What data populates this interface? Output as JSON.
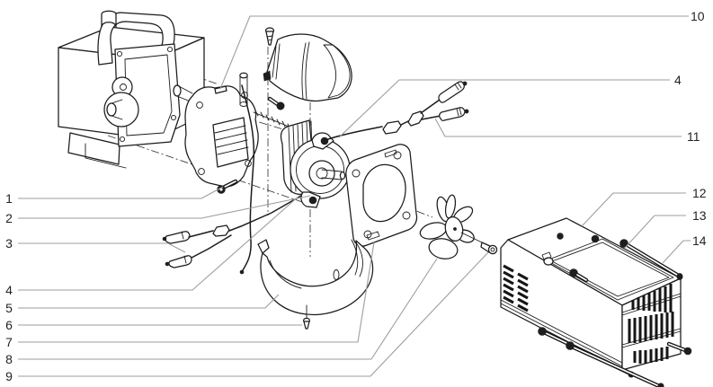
{
  "figure": {
    "kind": "exploded-parts-diagram",
    "background": "#ffffff",
    "line_color": "#1b1b1b",
    "leader_color": "#9e9e9e",
    "label_color": "#232323"
  },
  "callouts": {
    "left": [
      {
        "label": "1"
      },
      {
        "label": "2"
      },
      {
        "label": "3"
      },
      {
        "label": "4"
      },
      {
        "label": "5"
      },
      {
        "label": "6"
      },
      {
        "label": "7"
      },
      {
        "label": "8"
      },
      {
        "label": "9"
      }
    ],
    "right": [
      {
        "label": "10"
      },
      {
        "label": "4"
      },
      {
        "label": "11"
      },
      {
        "label": "12"
      },
      {
        "label": "13"
      },
      {
        "label": "14"
      }
    ]
  }
}
